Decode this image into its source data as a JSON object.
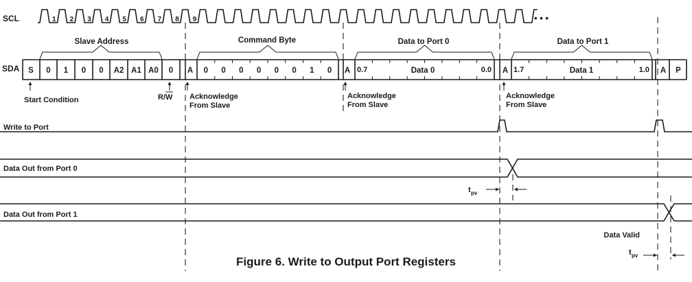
{
  "signals": {
    "scl": "SCL",
    "sda": "SDA",
    "write_to_port": "Write to Port",
    "data_out_port0": "Data Out from Port 0",
    "data_out_port1": "Data Out from Port 1"
  },
  "clock_numbers": [
    "1",
    "2",
    "3",
    "4",
    "5",
    "6",
    "7",
    "8",
    "9"
  ],
  "ellipsis": "• • •",
  "groups": {
    "slave_address": "Slave Address",
    "command_byte": "Command Byte",
    "data_port0": "Data to Port 0",
    "data_port1": "Data to Port 1"
  },
  "sda_cells": {
    "start": "S",
    "address_bits": [
      "0",
      "1",
      "0",
      "0",
      "A2",
      "A1",
      "A0"
    ],
    "rw_bit": "0",
    "ack1": "A",
    "command_bits": [
      "0",
      "0",
      "0",
      "0",
      "0",
      "0",
      "1",
      "0"
    ],
    "ack2": "A",
    "data0_msb": "0.7",
    "data0_label": "Data 0",
    "data0_lsb": "0.0",
    "ack3": "A",
    "data1_msb": "1.7",
    "data1_label": "Data 1",
    "data1_lsb": "1.0",
    "ack4": "A",
    "stop": "P"
  },
  "annotations": {
    "start_condition": "Start Condition",
    "rw": "R/W",
    "ack_line1": "Acknowledge",
    "ack_line2": "From Slave",
    "tpv_t": "t",
    "tpv_sub": "pv",
    "data_valid": "Data Valid"
  },
  "caption": "Figure 6. Write to Output Port Registers"
}
